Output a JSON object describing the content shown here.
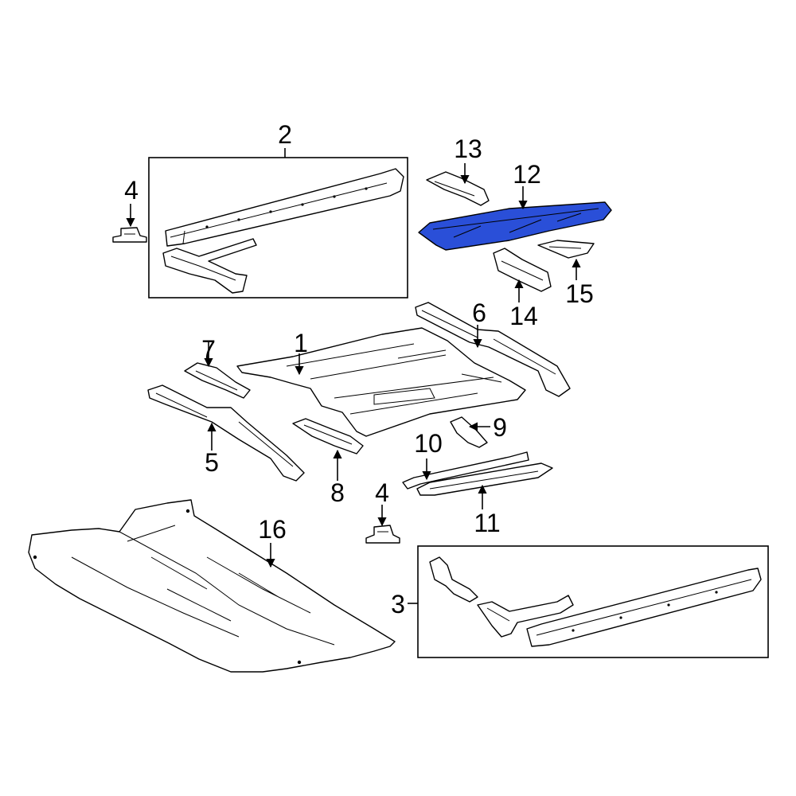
{
  "diagram": {
    "highlight_color": "#2a4fd8",
    "outline_color": "#000000",
    "background_color": "#ffffff",
    "highlighted_part": "12",
    "callouts": [
      "1",
      "2",
      "3",
      "4",
      "4",
      "5",
      "6",
      "7",
      "8",
      "9",
      "10",
      "11",
      "12",
      "13",
      "14",
      "15",
      "16"
    ]
  }
}
